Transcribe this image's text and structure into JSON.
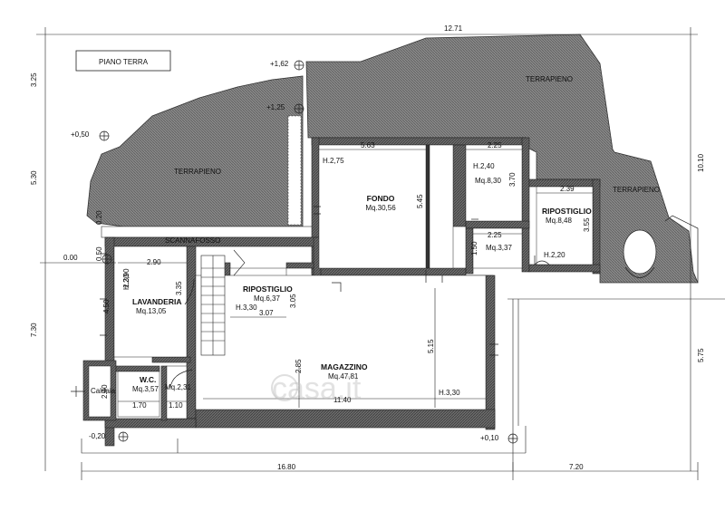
{
  "title": "PIANO TERRA",
  "colors": {
    "hatch": "#7a7a7a",
    "wall": "#555555",
    "line": "#222222",
    "paper": "#ffffff"
  },
  "watermark": "casa.it",
  "terrapieno": [
    "TERRAPIENO",
    "TERRAPIENO",
    "TERRAPIENO"
  ],
  "scannafosso": "SCANNAFOSSO",
  "rooms": {
    "fondo": {
      "name": "FONDO",
      "area": "Mq.30,56",
      "height": "H.2,75"
    },
    "ripostiglio_top": {
      "height": "H.2,40",
      "area": "Mq.8,30"
    },
    "ripostiglio_right": {
      "name": "RIPOSTIGLIO",
      "area": "Mq.8,48",
      "height": "H.2,20"
    },
    "small_room": {
      "area": "Mq.3,37"
    },
    "lavanderia": {
      "name": "LAVANDERIA",
      "area": "Mq.13,05",
      "height": "H.2,90"
    },
    "ripostiglio_mid": {
      "name": "RIPOSTIGLIO",
      "area": "Mq.6,37",
      "height": "H.3,30"
    },
    "magazzino": {
      "name": "MAGAZZINO",
      "area": "Mq.47,81",
      "height": "H.3,30"
    },
    "wc": {
      "name": "W.C.",
      "area": "Mq.3,57"
    },
    "caldaia": {
      "name": "Caldaia"
    },
    "closet": {
      "area": "Mq.2,31"
    }
  },
  "levels": {
    "l162": "+1,62",
    "l125": "+1,25",
    "l050": "+0,50",
    "l000": "0.00",
    "lm020": "-0,20",
    "l010": "+0,10"
  },
  "dims": {
    "d1271": "12.71",
    "d325": "3.25",
    "d530": "5.30",
    "d730": "7.30",
    "d1010": "10.10",
    "d575": "5.75",
    "d563": "5.63",
    "d225a": "2.25",
    "d370": "3.70",
    "d545": "5.45",
    "d239": "2.39",
    "d355": "3.55",
    "d225b": "2.25",
    "d150": "1.50",
    "d290": "2.90",
    "d230": "2.30",
    "d335": "3.35",
    "d450": "4.50",
    "d307": "3.07",
    "d305": "3.05",
    "d515": "5.15",
    "d285": "2.85",
    "d1140": "11.40",
    "d240": "2.40",
    "d170": "1.70",
    "d110": "1.10",
    "d020": "0.20",
    "d050": "0.50",
    "d1680": "16.80",
    "d720": "7.20"
  }
}
